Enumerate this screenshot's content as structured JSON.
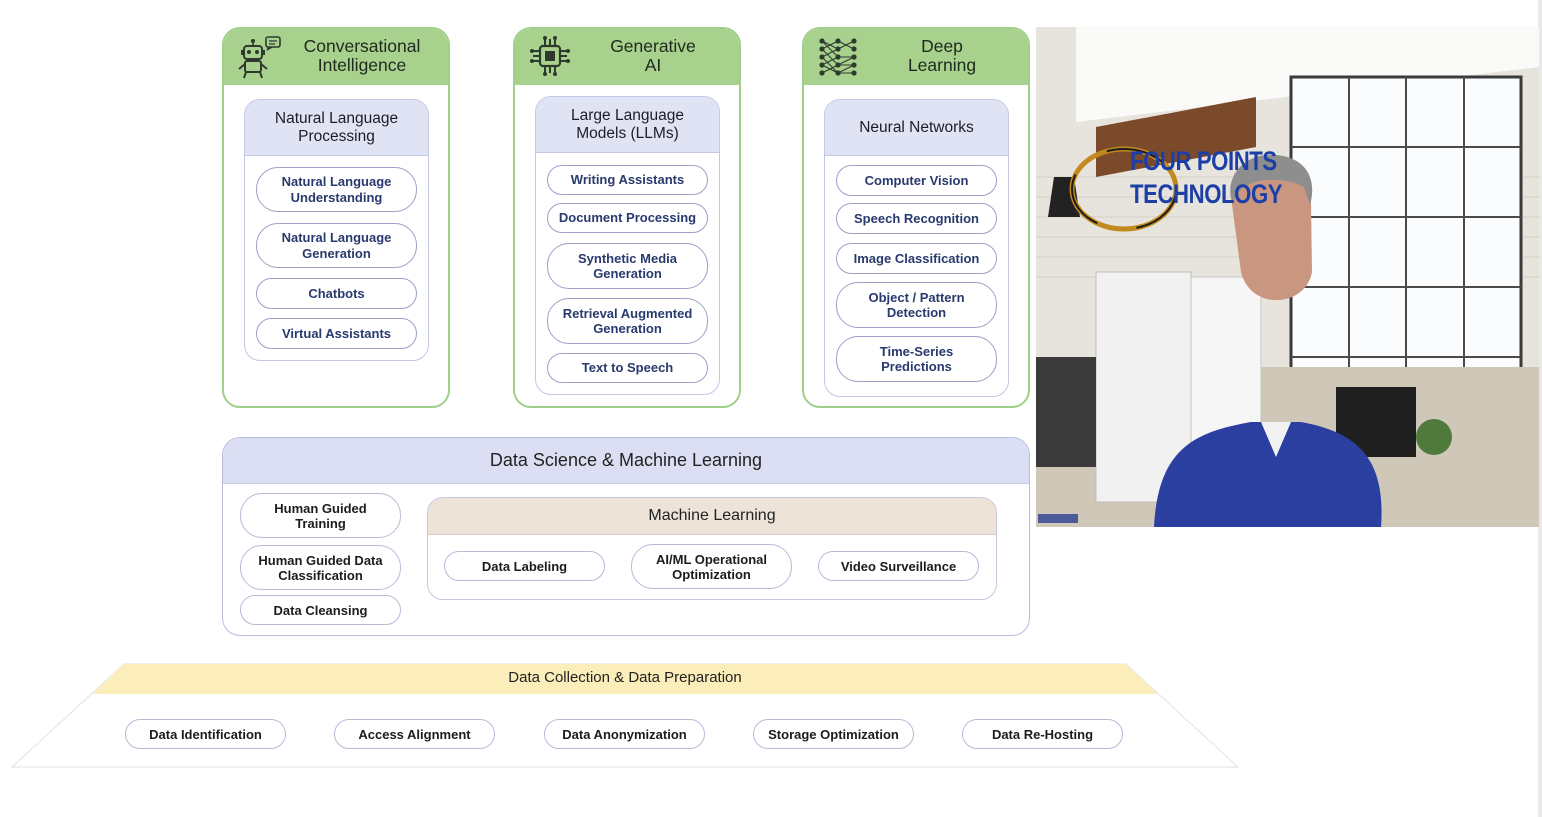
{
  "columns": [
    {
      "title": "Conversational\nIntelligence",
      "icon": "robot-chat-icon",
      "group": "Natural Language\nProcessing",
      "items": [
        "Natural Language\nUnderstanding",
        "Natural Language\nGeneration",
        "Chatbots",
        "Virtual Assistants"
      ]
    },
    {
      "title": "Generative\nAI",
      "icon": "chip-icon",
      "group": "Large Language\nModels (LLMs)",
      "items": [
        "Writing Assistants",
        "Document Processing",
        "Synthetic Media\nGeneration",
        "Retrieval Augmented\nGeneration",
        "Text to Speech"
      ]
    },
    {
      "title": "Deep\nLearning",
      "icon": "neural-network-icon",
      "group": "Neural Networks",
      "items": [
        "Computer Vision",
        "Speech Recognition",
        "Image Classification",
        "Object / Pattern\nDetection",
        "Time-Series\nPredictions"
      ]
    }
  ],
  "data_science": {
    "title": "Data Science & Machine Learning",
    "human_items": [
      "Human Guided\nTraining",
      "Human Guided Data\nClassification",
      "Data Cleansing"
    ],
    "ml_title": "Machine Learning",
    "ml_items": [
      "Data Labeling",
      "AI/ML Operational\nOptimization",
      "Video Surveillance"
    ]
  },
  "data_collection": {
    "title": "Data Collection & Data Preparation",
    "items": [
      "Data Identification",
      "Access Alignment",
      "Data Anonymization",
      "Storage Optimization",
      "Data Re-Hosting"
    ]
  },
  "video": {
    "brand": "FOUR POINTS\nTECHNOLOGY"
  },
  "colors": {
    "green_header": "#a9d18e",
    "green_border": "#9fd08a",
    "lavender": "#dcdff3",
    "tan": "#ede3d8",
    "cream": "#fbeeba",
    "pill_text_blue": "#283a6e",
    "brand_blue": "#1b3fa6"
  }
}
